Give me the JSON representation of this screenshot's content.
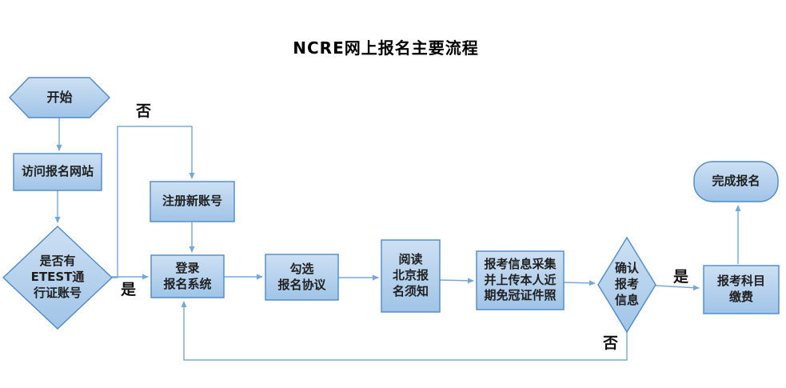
{
  "title": "NCRE网上报名主要流程",
  "nodes": {
    "start": "开始",
    "visit_site": "访问报名网站",
    "check_etest_account": "是否有\nETEST通\n行证账号",
    "register_account": "注册新账号",
    "login_system": "登录\n报名系统",
    "check_agreement": "勾选\n报名协议",
    "read_notice": "阅读\n北京报\n名须知",
    "collect_info": "报考信息采集\n并上传本人近\n期免冠证件照",
    "confirm_info": "确认\n报考\n信息",
    "pay_subjects": "报考科目\n缴费",
    "finish": "完成报名"
  },
  "edge_labels": {
    "no_top": "否",
    "yes_left": "是",
    "yes_right": "是",
    "no_bottom": "否"
  },
  "colors": {
    "shape_fill_top": "#cde0f3",
    "shape_fill_bottom": "#a0c4e7",
    "shape_border": "#4e8ac9",
    "connector": "#75a8da",
    "node_text": "#1f1f1f",
    "title_text": "#000000"
  }
}
